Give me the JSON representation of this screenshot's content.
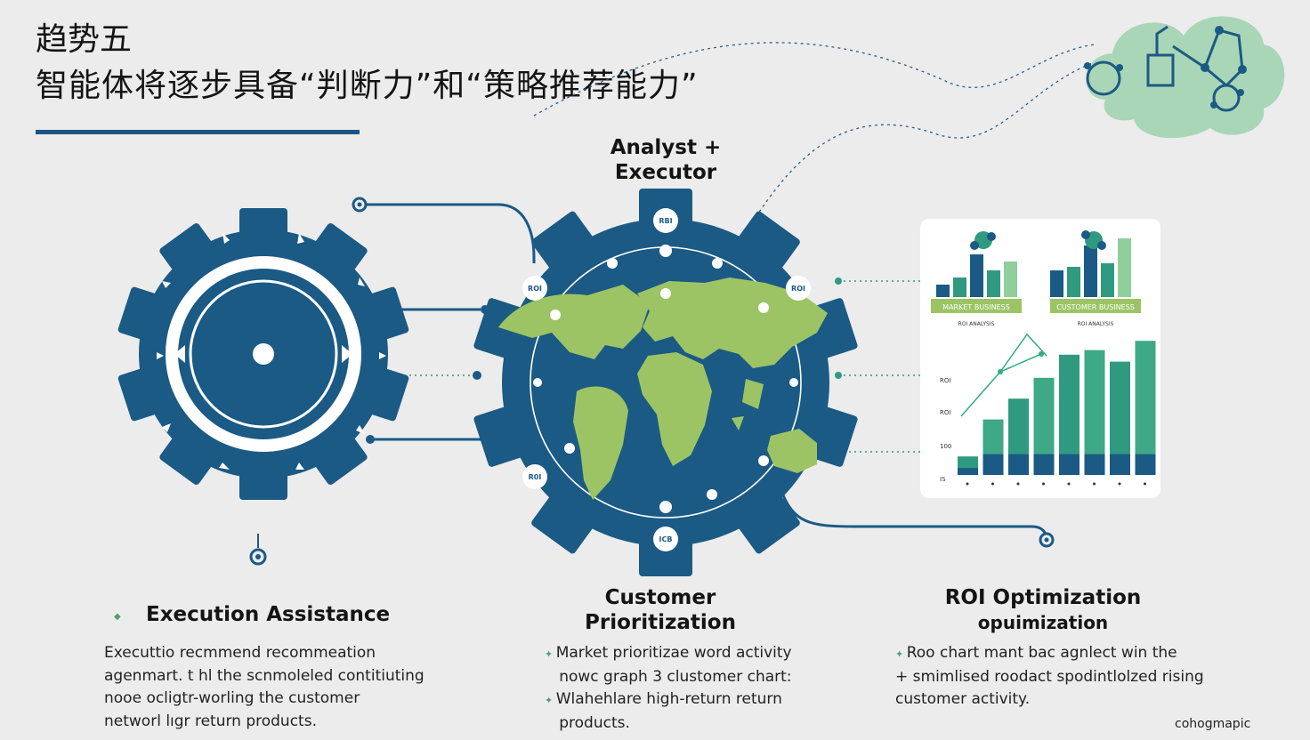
{
  "header": {
    "title_line1": "趋势五",
    "title_line2": "智能体将逐步具备“判断力”和“策略推荐能力”"
  },
  "center": {
    "heading_line1": "Analyst +",
    "heading_line2": "Executor",
    "gear_badges": [
      "RBI",
      "ROI",
      "ROI",
      "R0I",
      "ICB"
    ]
  },
  "dashboard": {
    "panel_left_label": "MARKET BUSINESS",
    "panel_left_sublabel": "ROI ANALYSIS",
    "panel_right_label": "CUSTOMER BUSINESS",
    "panel_right_sublabel": "ROI ANALYSIS",
    "y_ticks": [
      "ROI",
      "ROI",
      "100",
      "IS"
    ],
    "main_bars": [
      8,
      24,
      33,
      42,
      52,
      54,
      49,
      58
    ],
    "main_bars_low": [
      3,
      9,
      9,
      9,
      9,
      9,
      9,
      9
    ],
    "mini_left_values": [
      14,
      22,
      48,
      30,
      40
    ],
    "mini_right_values": [
      30,
      34,
      58,
      38,
      66
    ]
  },
  "sections": {
    "left": {
      "title": "Execution Assistance",
      "lines": [
        "Executtio recmmend recommeation",
        "agenmart. t hl the scnmoleled contitiuting",
        "nooe ocligtr-worling the customer",
        "networl lıgr return products."
      ]
    },
    "middle": {
      "title_line1": "Customer",
      "title_line2": "Prioritization",
      "lines": [
        "Market prioritizae word activity",
        "nowc graph 3  clustomer chart:",
        "Wlahehlare high-return return",
        "products."
      ]
    },
    "right": {
      "title_line1": "ROI Optimization",
      "title_line2": "opuimization",
      "lines": [
        "Roo chart mant bac agnlect win  the",
        "+ smimlised roodact spodintlolzed rising",
        "customer activity."
      ]
    }
  },
  "footer": {
    "signature": "cohogmapic"
  },
  "colors": {
    "navy": "#1b5a84",
    "green_light": "#9cc465",
    "green_teal": "#2f9a80",
    "mint": "#a9d6b6",
    "background": "#ececec"
  },
  "icons": [
    "gear-icon",
    "compass-icon",
    "globe-icon",
    "molecule-icon",
    "bar-chart-icon",
    "connector-icon"
  ]
}
